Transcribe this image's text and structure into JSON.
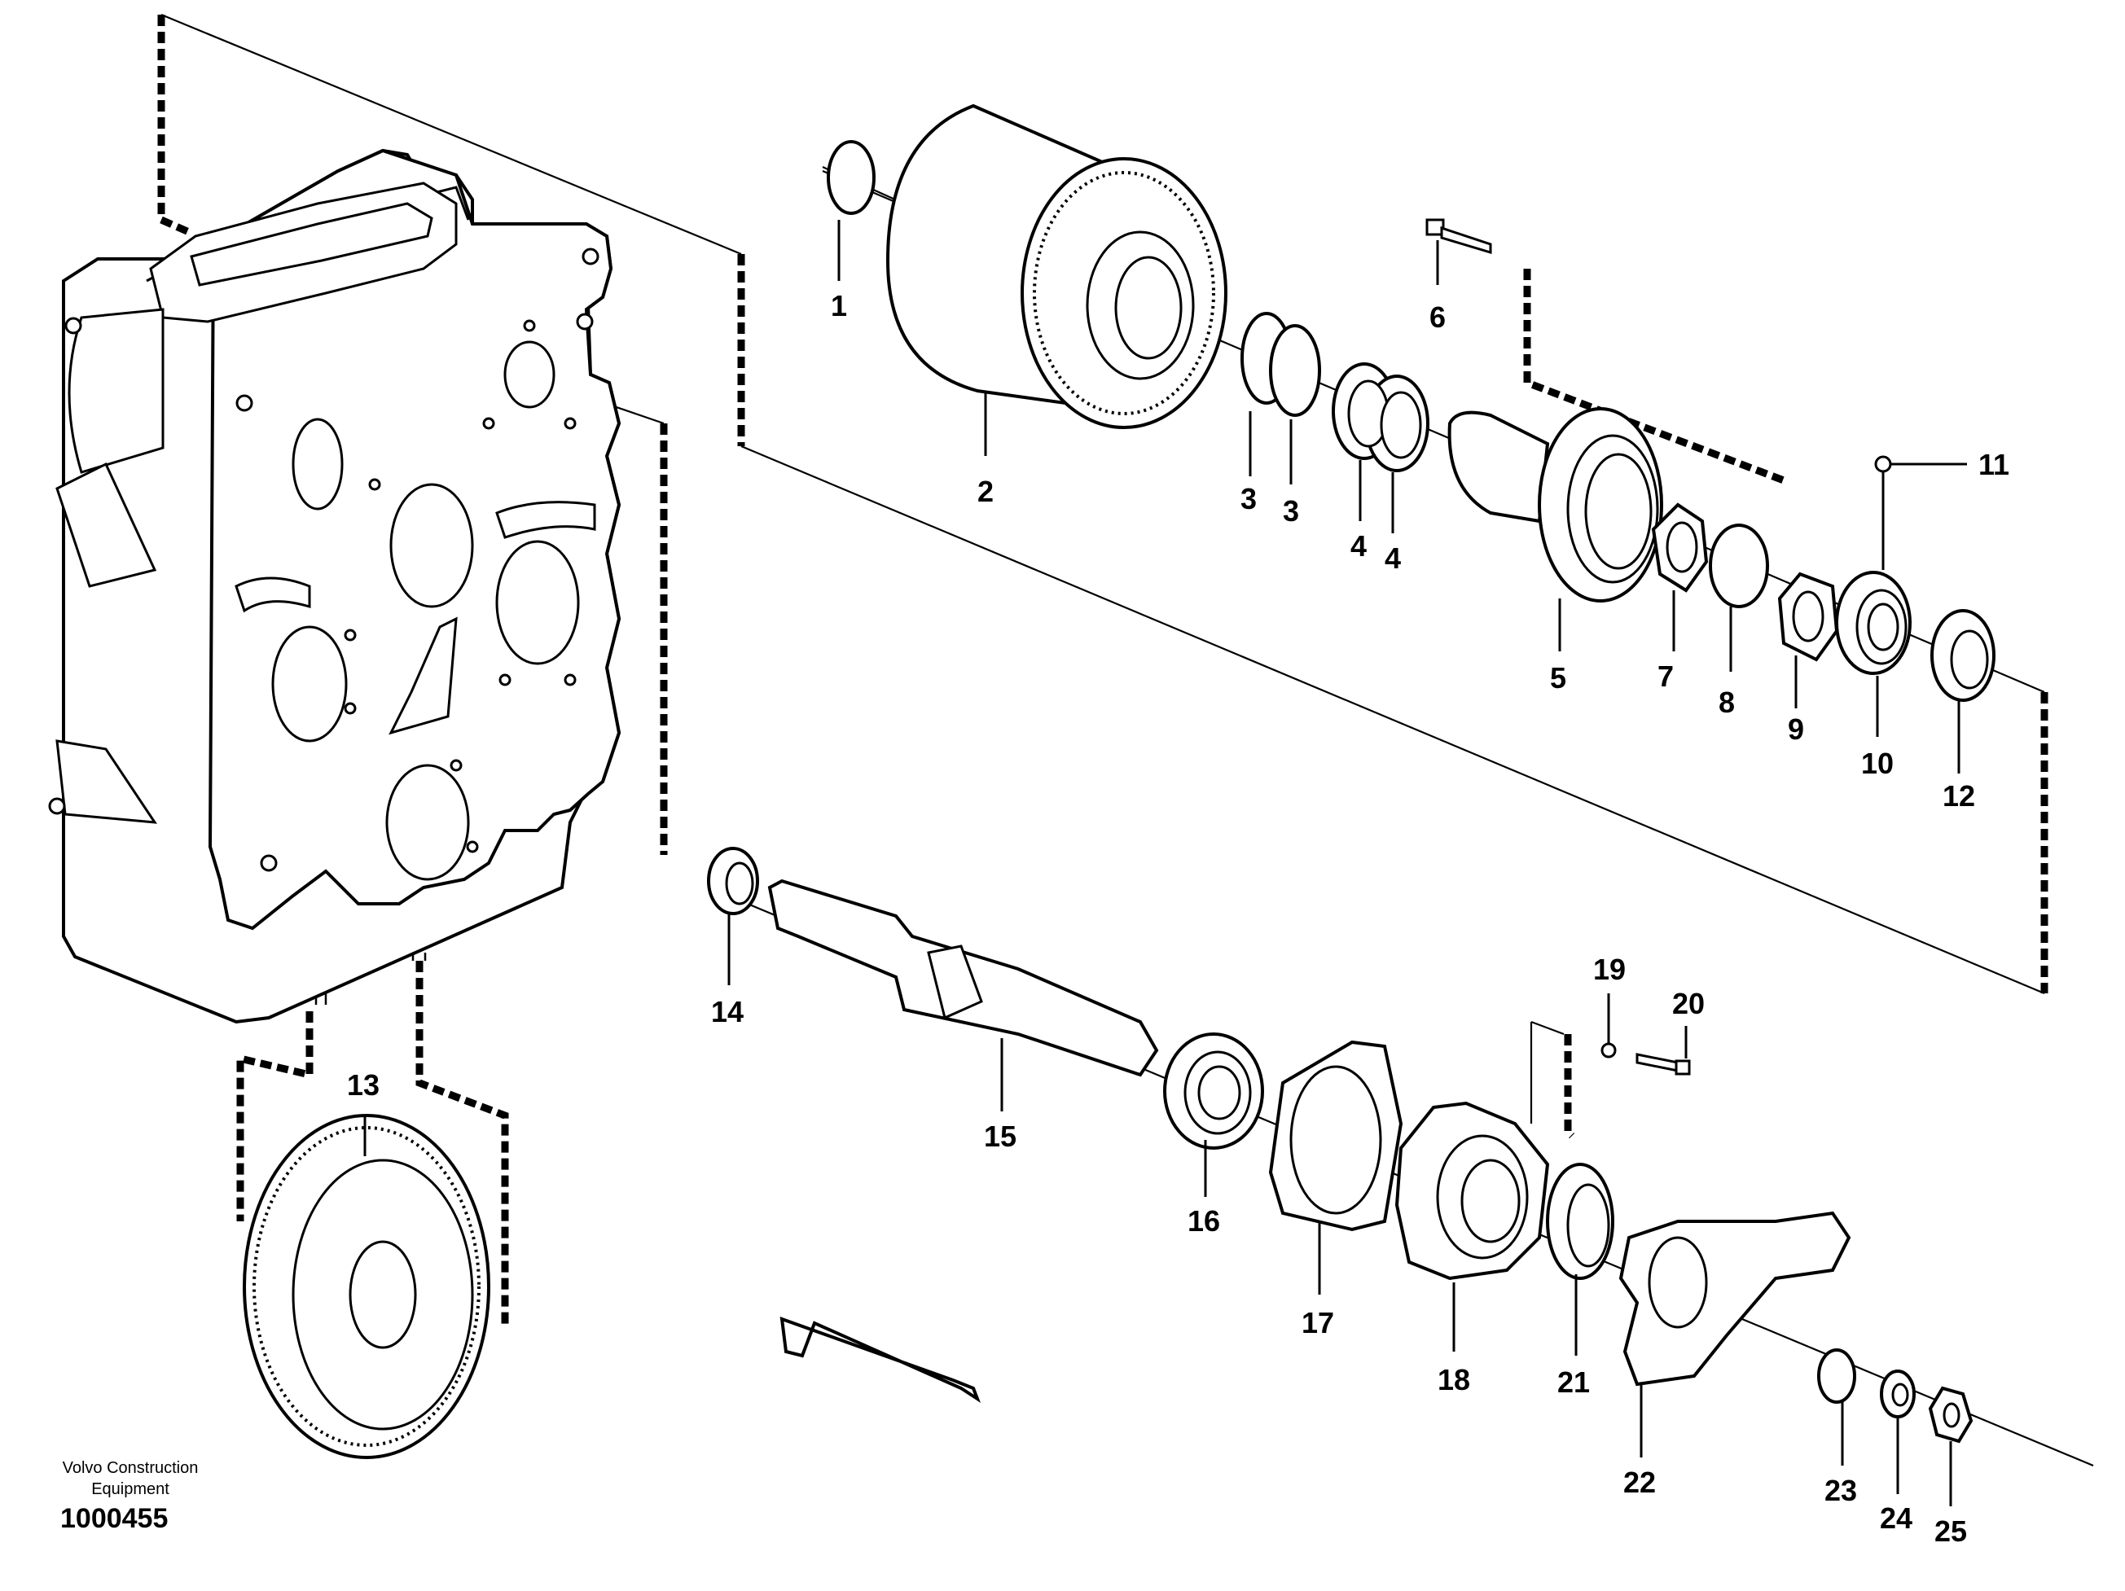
{
  "brand": "Volvo Construction Equipment",
  "document_number": "1000455",
  "callouts": [
    "1",
    "2",
    "3",
    "3",
    "4",
    "4",
    "5",
    "6",
    "7",
    "8",
    "9",
    "10",
    "11",
    "12",
    "13",
    "14",
    "15",
    "16",
    "17",
    "18",
    "19",
    "20",
    "21",
    "22",
    "23",
    "24",
    "25"
  ]
}
